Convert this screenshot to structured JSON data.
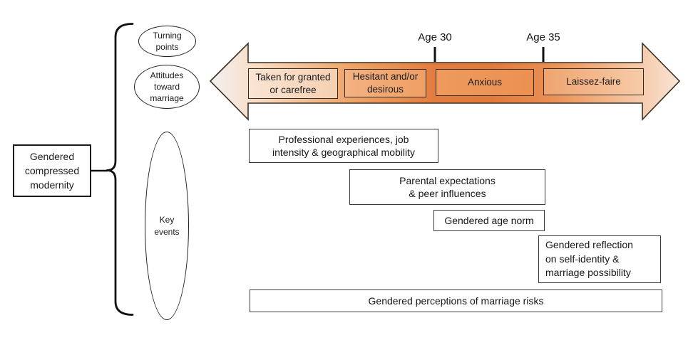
{
  "palette": {
    "arrow_center": "#e27a3b",
    "arrow_edge_light": "#f2f0f2",
    "outline_dark": "#3a3a3a",
    "text": "#1a1a1a"
  },
  "title_box": {
    "label": "Gendered compressed modernity",
    "lines": [
      "Gendered",
      "compressed",
      "modernity"
    ]
  },
  "categories": {
    "turning_points": {
      "label": "Turning points",
      "lines": [
        "Turning",
        "points"
      ]
    },
    "attitudes": {
      "label": "Attitudes toward marriage",
      "lines": [
        "Attitudes",
        "toward",
        "marriage"
      ]
    },
    "key_events": {
      "label": "Key events",
      "lines": [
        "Key",
        "events"
      ]
    }
  },
  "timeline": {
    "age_markers": [
      {
        "label": "Age 30"
      },
      {
        "label": "Age 35"
      }
    ],
    "stages": [
      {
        "label": "Taken for granted or carefree",
        "lines": [
          "Taken for granted",
          "or carefree"
        ]
      },
      {
        "label": "Hesitant and/or desirous",
        "lines": [
          "Hesitant and/or",
          "desirous"
        ]
      },
      {
        "label": "Anxious",
        "lines": [
          "Anxious"
        ]
      },
      {
        "label": "Laissez-faire",
        "lines": [
          "Laissez-faire"
        ]
      }
    ]
  },
  "key_events": [
    {
      "label": "Professional experiences, job intensity & geographical mobility",
      "lines": [
        "Professional experiences, job",
        "intensity & geographical mobility"
      ]
    },
    {
      "label": "Parental expectations & peer influences",
      "lines": [
        "Parental expectations",
        "& peer influences"
      ]
    },
    {
      "label": "Gendered age norm",
      "lines": [
        "Gendered age norm"
      ]
    },
    {
      "label": "Gendered reflection on self-identity & marriage possibility",
      "lines": [
        "Gendered reflection",
        "on self-identity &",
        "marriage possibility"
      ]
    },
    {
      "label": "Gendered perceptions of marriage risks",
      "lines": [
        "Gendered perceptions of marriage risks"
      ]
    }
  ]
}
